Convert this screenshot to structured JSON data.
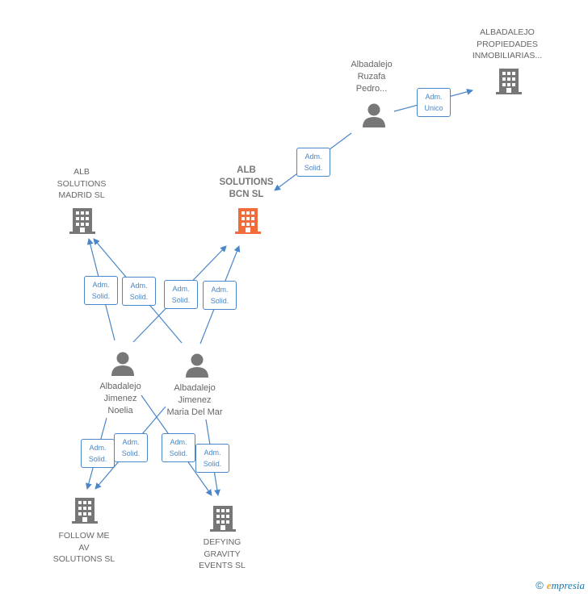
{
  "nodes": {
    "albadalejo_propiedades": {
      "type": "company",
      "label": "ALBADALEJO\nPROPIEDADES\nINMOBILIARIAS..."
    },
    "albadalejo_ruzafa": {
      "type": "person",
      "label": "Albadalejo\nRuzafa\nPedro..."
    },
    "alb_madrid": {
      "type": "company",
      "label": "ALB\nSOLUTIONS\nMADRID  SL"
    },
    "alb_bcn": {
      "type": "company",
      "label": "ALB\nSOLUTIONS\nBCN  SL",
      "highlight": true
    },
    "noelia": {
      "type": "person",
      "label": "Albadalejo\nJimenez\nNoelia"
    },
    "maria": {
      "type": "person",
      "label": "Albadalejo\nJimenez\nMaria Del Mar"
    },
    "followme": {
      "type": "company",
      "label": "FOLLOW ME\nAV\nSOLUTIONS  SL"
    },
    "defying": {
      "type": "company",
      "label": "DEFYING\nGRAVITY\nEVENTS  SL"
    }
  },
  "edges": [
    {
      "label": "Adm.\nUnico"
    },
    {
      "label": "Adm.\nSolid."
    },
    {
      "label": "Adm.\nSolid."
    },
    {
      "label": "Adm.\nSolid."
    },
    {
      "label": "Adm.\nSolid."
    },
    {
      "label": "Adm.\nSolid."
    },
    {
      "label": "Adm.\nSolid."
    },
    {
      "label": "Adm.\nSolid."
    },
    {
      "label": "Adm.\nSolid."
    },
    {
      "label": "Adm.\nSolid."
    }
  ],
  "colors": {
    "edge": "#4a86c8",
    "icon": "#777777",
    "highlight": "#f26b3a"
  },
  "footer": {
    "copyright": "©",
    "brand_e": "e",
    "brand_rest": "mpresia"
  }
}
